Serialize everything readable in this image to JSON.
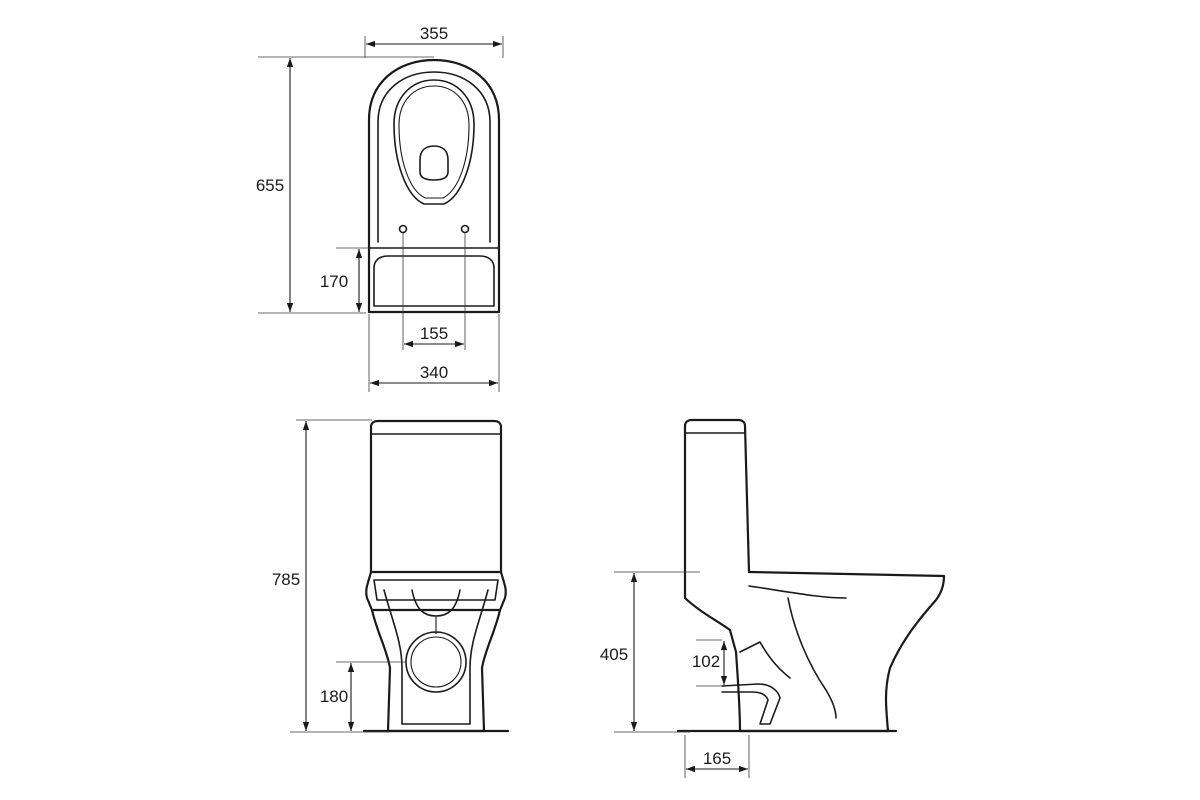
{
  "colors": {
    "line": "#1a1a1a",
    "background": "#ffffff"
  },
  "top_view": {
    "overall_width": "355",
    "overall_length": "655",
    "tank_depth": "170",
    "bolt_spacing": "155",
    "tank_width": "340"
  },
  "front_view": {
    "total_height": "785",
    "outlet_height": "180"
  },
  "side_view": {
    "seat_height": "405",
    "outlet_diameter": "102",
    "outlet_offset": "165"
  }
}
